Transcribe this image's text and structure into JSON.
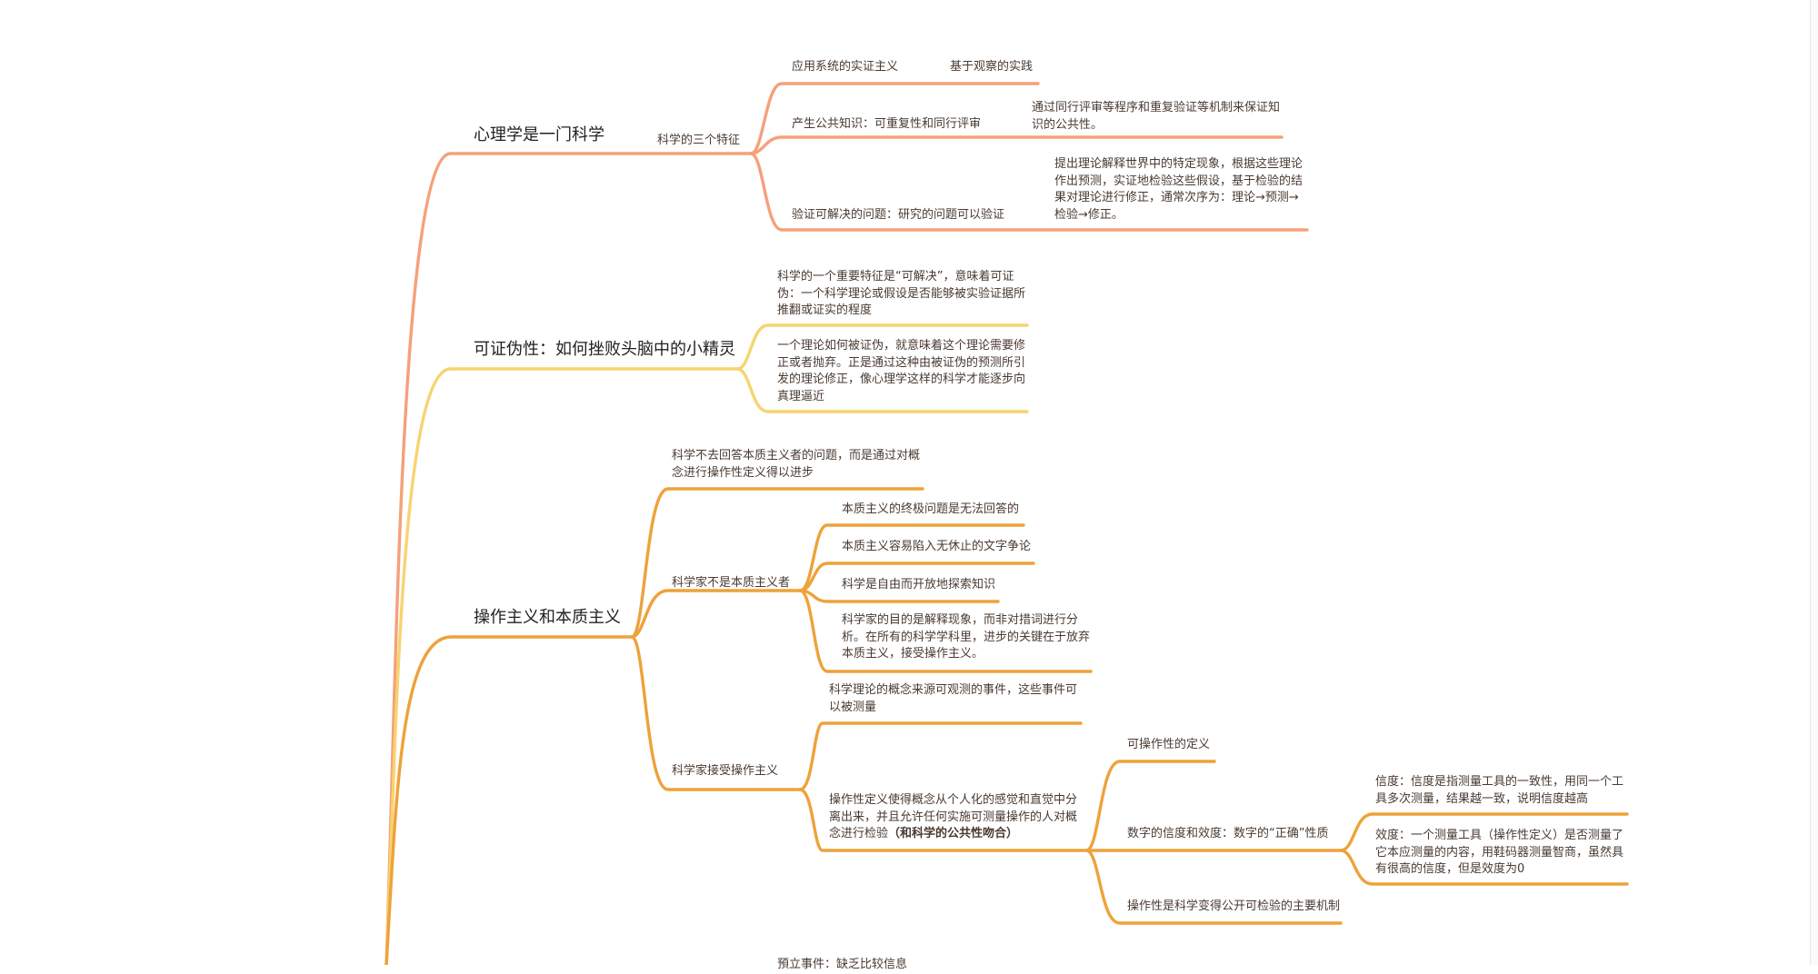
{
  "colors": {
    "branch1": "#f6a07a",
    "branch2": "#f7d470",
    "branch3": "#eea23a",
    "text": "#4a3a30"
  },
  "branches": [
    {
      "label": "心理学是一门科学",
      "children": [
        {
          "label": "科学的三个特征",
          "children": [
            {
              "label": "应用系统的实证主义",
              "children": [
                {
                  "label": "基于观察的实践"
                }
              ]
            },
            {
              "label": "产生公共知识：可重复性和同行评审",
              "children": [
                {
                  "label": "通过同行评审等程序和重复验证等机制来保证知识的公共性。"
                }
              ]
            },
            {
              "label": "验证可解决的问题：研究的问题可以验证",
              "children": [
                {
                  "label": "提出理论解释世界中的特定现象，根据这些理论作出预测，实证地检验这些假设，基于检验的结果对理论进行修正，通常次序为：理论→预测→检验→修正。"
                }
              ]
            }
          ]
        }
      ]
    },
    {
      "label": "可证伪性：如何挫败头脑中的小精灵",
      "children": [
        {
          "label": "科学的一个重要特征是“可解决”，意味着可证伪：一个科学理论或假设是否能够被实验证据所推翻或证实的程度"
        },
        {
          "label": "一个理论如何被证伪，就意味着这个理论需要修正或者抛弃。正是通过这种由被证伪的预测所引发的理论修正，像心理学这样的科学才能逐步向真理逼近"
        }
      ]
    },
    {
      "label": "操作主义和本质主义",
      "children": [
        {
          "label": "科学不去回答本质主义者的问题，而是通过对概念进行操作性定义得以进步"
        },
        {
          "label": "科学家不是本质主义者",
          "children": [
            {
              "label": "本质主义的终极问题是无法回答的"
            },
            {
              "label": "本质主义容易陷入无休止的文字争论"
            },
            {
              "label": "科学是自由而开放地探索知识"
            },
            {
              "label": "科学家的目的是解释现象，而非对措词进行分析。在所有的科学学科里，进步的关键在于放弃本质主义，接受操作主义。"
            }
          ]
        },
        {
          "label": "科学家接受操作主义",
          "children": [
            {
              "label": "科学理论的概念来源可观测的事件，这些事件可以被测量"
            },
            {
              "label": "操作性定义使得概念从个人化的感觉和直觉中分离出来，并且允许任何实施可测量操作的人对概念进行检验",
              "label_bold": "（和科学的公共性吻合）",
              "children": [
                {
                  "label": "可操作性的定义"
                },
                {
                  "label": "数字的信度和效度：数字的“正确”性质",
                  "children": [
                    {
                      "label": "信度：信度是指测量工具的一致性，用同一个工具多次测量，结果越一致，说明信度越高"
                    },
                    {
                      "label": "效度：一个测量工具（操作性定义）是否测量了它本应测量的内容，用鞋码器测量智商，虽然具有很高的信度，但是效度为0"
                    }
                  ]
                },
                {
                  "label": "操作性是科学变得公开可检验的主要机制"
                }
              ]
            }
          ]
        }
      ]
    },
    {
      "label_partial": "預立事件：缺乏比较信息"
    }
  ]
}
